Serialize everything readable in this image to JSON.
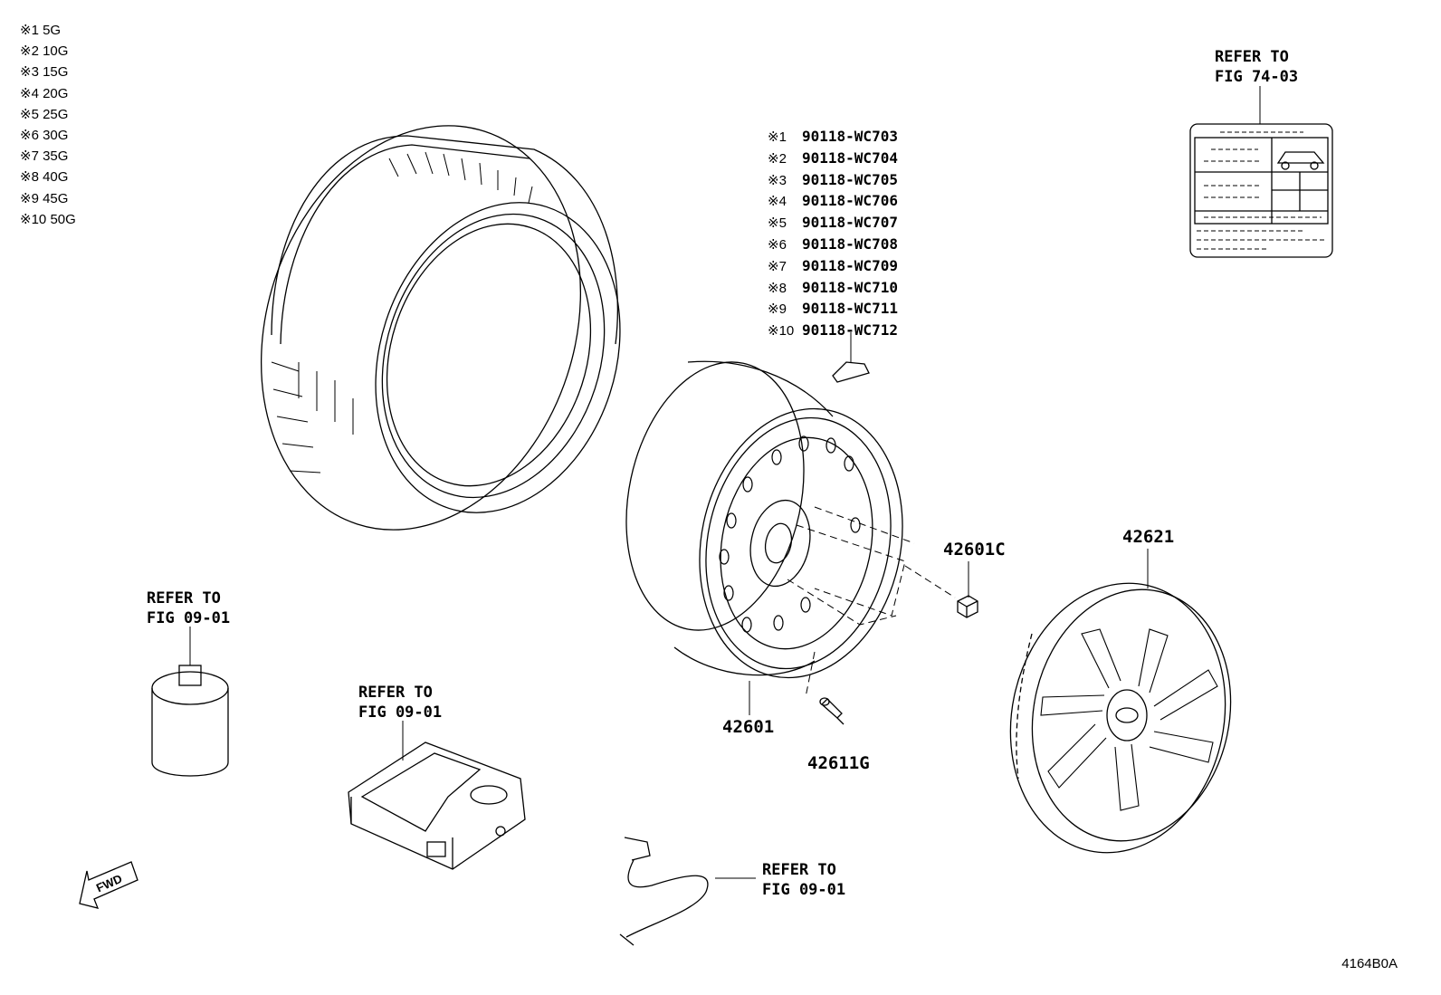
{
  "legend": [
    {
      "mark": "※1",
      "value": "5G"
    },
    {
      "mark": "※2",
      "value": "10G"
    },
    {
      "mark": "※3",
      "value": "15G"
    },
    {
      "mark": "※4",
      "value": "20G"
    },
    {
      "mark": "※5",
      "value": "25G"
    },
    {
      "mark": "※6",
      "value": "30G"
    },
    {
      "mark": "※7",
      "value": "35G"
    },
    {
      "mark": "※8",
      "value": "40G"
    },
    {
      "mark": "※9",
      "value": "45G"
    },
    {
      "mark": "※10",
      "value": "50G"
    }
  ],
  "weight_parts": [
    {
      "mark": "※1",
      "part": "90118-WC703"
    },
    {
      "mark": "※2",
      "part": "90118-WC704"
    },
    {
      "mark": "※3",
      "part": "90118-WC705"
    },
    {
      "mark": "※4",
      "part": "90118-WC706"
    },
    {
      "mark": "※5",
      "part": "90118-WC707"
    },
    {
      "mark": "※6",
      "part": "90118-WC708"
    },
    {
      "mark": "※7",
      "part": "90118-WC709"
    },
    {
      "mark": "※8",
      "part": "90118-WC710"
    },
    {
      "mark": "※9",
      "part": "90118-WC711"
    },
    {
      "mark": "※10",
      "part": "90118-WC712"
    }
  ],
  "refs": {
    "label_plate": {
      "line1": "REFER TO",
      "line2": "FIG 74-03"
    },
    "filter": {
      "line1": "REFER TO",
      "line2": "FIG 09-01"
    },
    "compressor": {
      "line1": "REFER TO",
      "line2": "FIG 09-01"
    },
    "hose": {
      "line1": "REFER TO",
      "line2": "FIG 09-01"
    }
  },
  "parts": {
    "wheel": "42601",
    "nut": "42601C",
    "valve": "42611G",
    "wheel_cap": "42621"
  },
  "fwd_label": "FWD",
  "illustration_code": "4164B0A"
}
